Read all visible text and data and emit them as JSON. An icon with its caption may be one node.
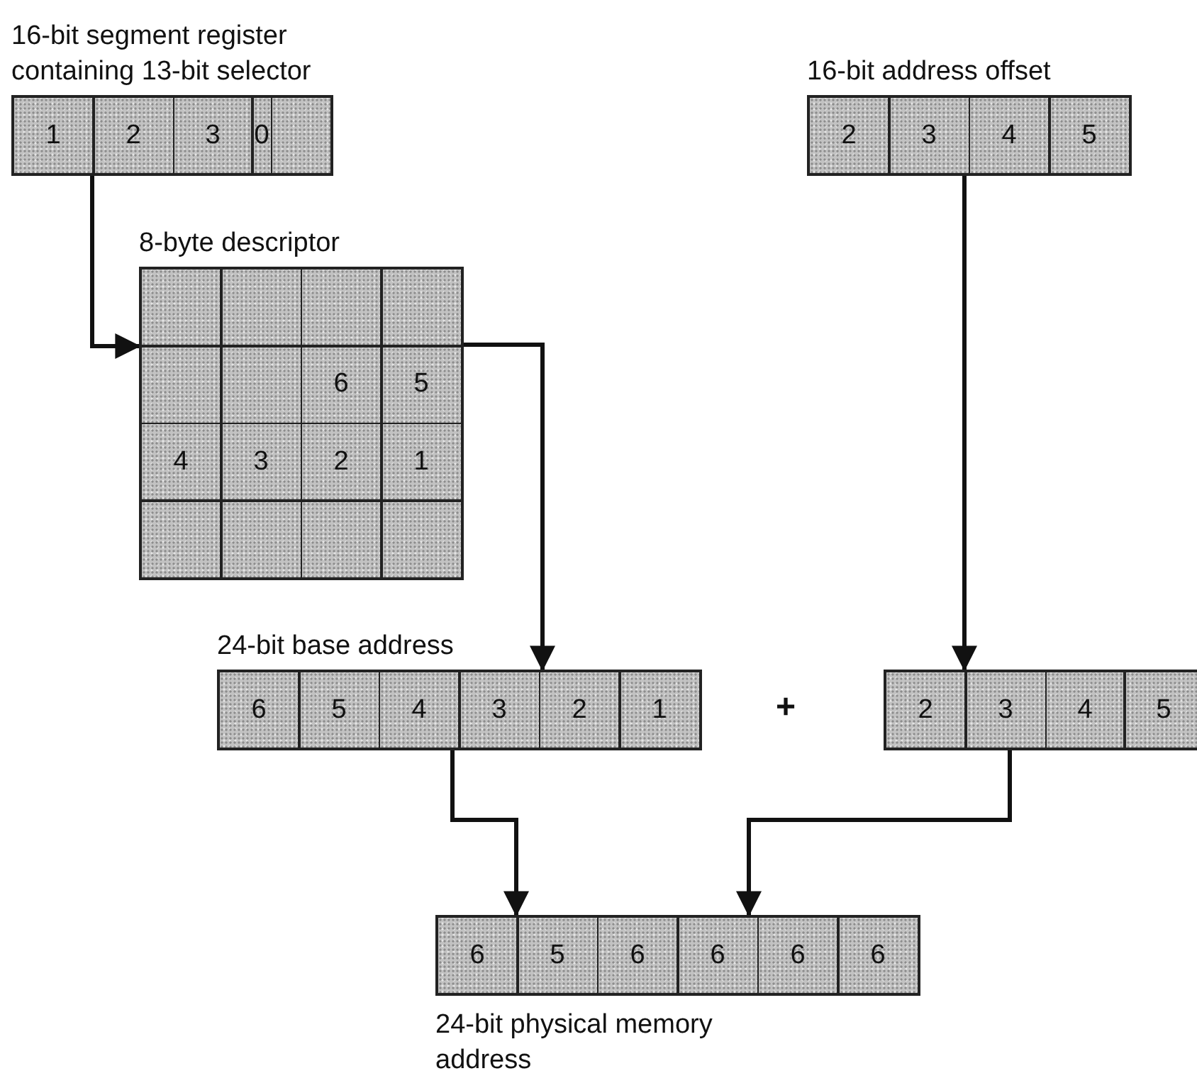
{
  "diagram": {
    "nodes": [
      {
        "text": [
          "16-bit segment register containing 13-bit selector"
        ]
      },
      {
        "text": [
          "1"
        ],
        "in": 0
      },
      {
        "text": [
          "2"
        ],
        "in": 0
      },
      {
        "text": [
          "3"
        ],
        "in": 0
      },
      {
        "text": [
          "0"
        ],
        "in": 0
      },
      {
        "text": [],
        "shape": "box",
        "in": 0
      },
      {
        "text": [
          "16-bit address offset"
        ]
      },
      {
        "text": [
          "2"
        ],
        "in": 6
      },
      {
        "text": [
          "3"
        ],
        "in": 6
      },
      {
        "text": [
          "4"
        ],
        "in": 6
      },
      {
        "text": [
          "5"
        ],
        "in": 6
      },
      {
        "text": [
          "8-byte descriptor"
        ]
      },
      {
        "text": [],
        "shape": "box",
        "in": 11
      },
      {
        "text": [],
        "shape": "box",
        "in": 11
      },
      {
        "text": [],
        "shape": "box",
        "in": 11
      },
      {
        "text": [],
        "shape": "box",
        "in": 11
      },
      {
        "text": [],
        "shape": "box",
        "in": 11
      },
      {
        "text": [],
        "shape": "box",
        "in": 11
      },
      {
        "text": [
          "6"
        ],
        "in": 11
      },
      {
        "text": [
          "5"
        ],
        "in": 11
      },
      {
        "text": [
          "4"
        ],
        "in": 11
      },
      {
        "text": [
          "3"
        ],
        "in": 11
      },
      {
        "text": [
          "2"
        ],
        "in": 11
      },
      {
        "text": [
          "1"
        ],
        "in": 11
      },
      {
        "text": [],
        "shape": "box",
        "in": 11
      },
      {
        "text": [],
        "shape": "box",
        "in": 11
      },
      {
        "text": [],
        "shape": "box",
        "in": 11
      },
      {
        "text": [],
        "shape": "box",
        "in": 11
      },
      {
        "text": [
          "24-bit base address"
        ]
      },
      {
        "text": [
          "6"
        ],
        "in": 28
      },
      {
        "text": [
          "5"
        ],
        "in": 28
      },
      {
        "text": [
          "4"
        ],
        "in": 28
      },
      {
        "text": [
          "3"
        ],
        "in": 28
      },
      {
        "text": [
          "2"
        ],
        "in": 28
      },
      {
        "text": [
          "1"
        ],
        "in": 28
      },
      {
        "text": [],
        "shape": "box"
      },
      {
        "text": [
          "2"
        ],
        "in": 35
      },
      {
        "text": [
          "3"
        ],
        "in": 35
      },
      {
        "text": [
          "4"
        ],
        "in": 35
      },
      {
        "text": [
          "5"
        ],
        "in": 35
      },
      {
        "text": [
          "24-bit physical memory address"
        ]
      },
      {
        "text": [
          "6"
        ],
        "in": 40
      },
      {
        "text": [
          "5"
        ],
        "in": 40
      },
      {
        "text": [
          "6"
        ],
        "in": 40
      },
      {
        "text": [
          "6"
        ],
        "in": 40
      },
      {
        "text": [
          "6"
        ],
        "in": 40
      },
      {
        "text": [
          "6"
        ],
        "in": 40
      }
    ],
    "edges": [
      {
        "from": 0,
        "to": 11,
        "arrow": "to"
      },
      {
        "from": 11,
        "to": 28,
        "arrow": "to"
      },
      {
        "from": 6,
        "to": 35,
        "arrow": "to"
      },
      {
        "from": 28,
        "to": 40,
        "arrow": "to"
      },
      {
        "from": 35,
        "to": 40,
        "arrow": "to"
      }
    ],
    "labels": [
      "+"
    ]
  }
}
